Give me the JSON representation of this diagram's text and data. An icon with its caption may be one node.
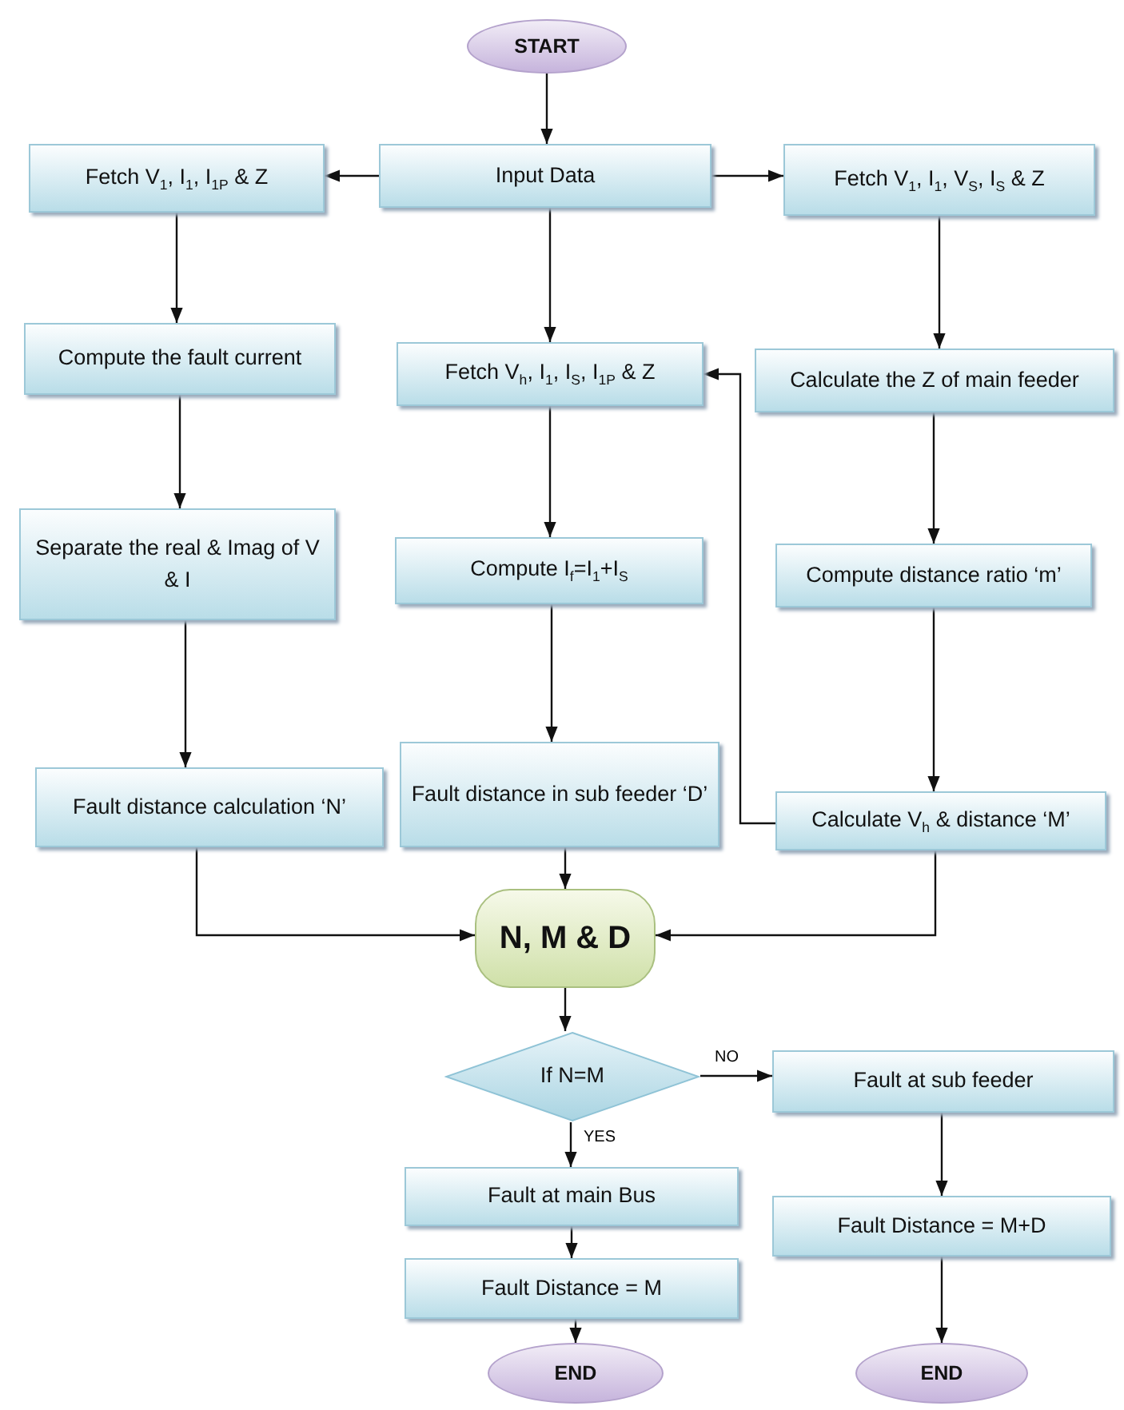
{
  "diagram": {
    "nodes": [
      {
        "text": [
          "START"
        ]
      },
      {
        "text": [
          "Input Data"
        ]
      },
      {
        "text": [
          "Fetch V$_{1}$, I$_{1}$, I$_{1P}$ & Z"
        ]
      },
      {
        "text": [
          "Fetch V$_{1}$, I$_{1}$, V$_{S}$, I$_{S}$ & Z"
        ]
      },
      {
        "text": [
          "Compute the fault current"
        ]
      },
      {
        "text": [
          "Fetch V$_{h}$, I$_{1}$, I$_{S}$, I$_{1P}$ & Z"
        ]
      },
      {
        "text": [
          "Calculate the Z of main feeder"
        ]
      },
      {
        "text": [
          "Separate the real & Imag of V & I"
        ]
      },
      {
        "text": [
          "Compute I$_{f}$=I$_{1}$+I$_{S}$"
        ]
      },
      {
        "text": [
          "Compute distance ratio ‘m’"
        ]
      },
      {
        "text": [
          "Fault distance calculation ‘N’"
        ]
      },
      {
        "text": [
          "Fault distance in sub feeder ‘D’"
        ]
      },
      {
        "text": [
          "Calculate V$_{h}$ & distance ‘M’"
        ]
      },
      {
        "text": [
          "N, M & D"
        ]
      },
      {
        "text": [
          "If N=M"
        ]
      },
      {
        "text": [
          "Fault at sub feeder"
        ]
      },
      {
        "text": [
          "Fault at main Bus"
        ]
      },
      {
        "text": [
          "Fault Distance = M+D"
        ]
      },
      {
        "text": [
          "Fault Distance = M"
        ]
      },
      {
        "text": [
          "END"
        ]
      },
      {
        "text": [
          "END"
        ]
      }
    ],
    "edges": [
      {
        "from": 0,
        "to": 1,
        "arrow": "to"
      },
      {
        "from": 1,
        "to": 2,
        "arrow": "to"
      },
      {
        "from": 1,
        "to": 3,
        "arrow": "to"
      },
      {
        "from": 1,
        "to": 5,
        "arrow": "to"
      },
      {
        "from": 2,
        "to": 4,
        "arrow": "to"
      },
      {
        "from": 4,
        "to": 7,
        "arrow": "to"
      },
      {
        "from": 7,
        "to": 10,
        "arrow": "to"
      },
      {
        "from": 3,
        "to": 6,
        "arrow": "to"
      },
      {
        "from": 6,
        "to": 9,
        "arrow": "to"
      },
      {
        "from": 9,
        "to": 12,
        "arrow": "to"
      },
      {
        "from": 5,
        "to": 8,
        "arrow": "to"
      },
      {
        "from": 8,
        "to": 11,
        "arrow": "to"
      },
      {
        "from": 12,
        "to": 5,
        "arrow": "to"
      },
      {
        "from": 10,
        "to": 13,
        "arrow": "to"
      },
      {
        "from": 11,
        "to": 13,
        "arrow": "to"
      },
      {
        "from": 12,
        "to": 13,
        "arrow": "to"
      },
      {
        "from": 13,
        "to": 14,
        "arrow": "to"
      },
      {
        "from": 14,
        "to": 15,
        "arrow": "to",
        "label": "NO"
      },
      {
        "from": 14,
        "to": 16,
        "arrow": "to",
        "label": "YES"
      },
      {
        "from": 16,
        "to": 18,
        "arrow": "to"
      },
      {
        "from": 18,
        "to": 19,
        "arrow": "to"
      },
      {
        "from": 15,
        "to": 17,
        "arrow": "to"
      },
      {
        "from": 17,
        "to": 20,
        "arrow": "to"
      }
    ]
  }
}
